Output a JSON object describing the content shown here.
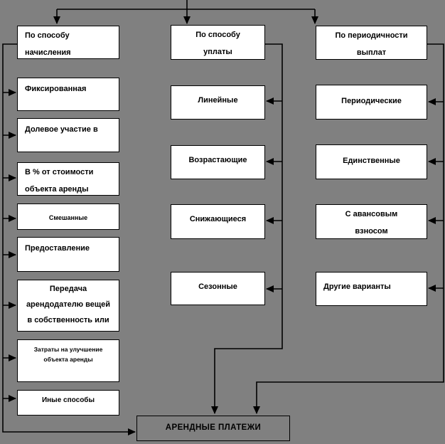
{
  "canvas": {
    "background": "#808080",
    "box_fill": "#ffffff",
    "line_color": "#000000"
  },
  "columns": [
    {
      "header": "По способу\nначисления",
      "items": [
        "Фиксированная",
        "Долевое участие в",
        "В % от стоимости\nобъекта аренды",
        "Смешанные",
        "Предоставление",
        "Передача\nарендодателю вещей\nв собственность или",
        "Затраты на улучшение\nобъекта аренды",
        "Иные способы"
      ]
    },
    {
      "header": "По способу\nуплаты",
      "items": [
        "Линейные",
        "Возрастающие",
        "Снижающиеся",
        "Сезонные"
      ]
    },
    {
      "header": "По периодичности\nвыплат",
      "items": [
        "Периодические",
        "Единственные",
        "С авансовым\nвзносом",
        "Другие варианты"
      ]
    }
  ],
  "footer": {
    "label": "АРЕНДНЫЕ ПЛАТЕЖИ"
  }
}
